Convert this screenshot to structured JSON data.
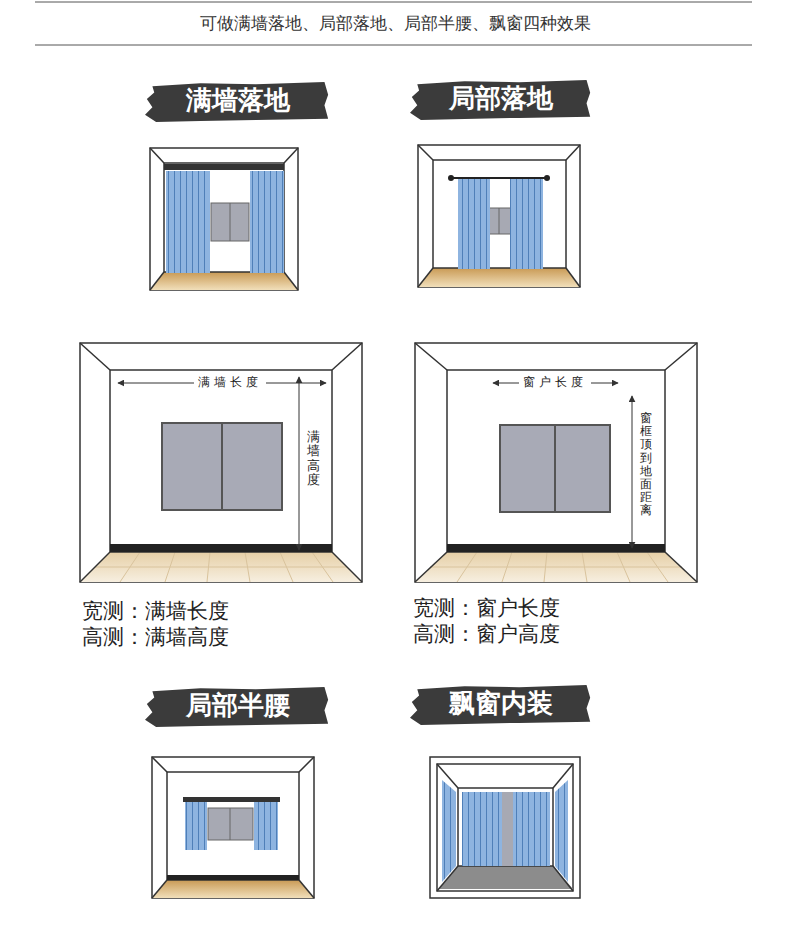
{
  "diagram": {
    "title": "可做满墙落地、局部落地、局部半腰、飘窗四种效果",
    "nodes": [
      {
        "text": [
          "满墙落地"
        ]
      },
      {
        "text": [
          "局部落地"
        ]
      },
      {
        "text": [
          "局部半腰"
        ]
      },
      {
        "text": [
          "飘窗内装"
        ]
      }
    ],
    "labels": [
      "满墙长度",
      "满墙高度",
      "窗户长度",
      "窗框顶到地面距离",
      "宽测：满墙长度",
      "高测：满墙高度",
      "宽测：窗户长度",
      "高测：窗户高度"
    ]
  }
}
